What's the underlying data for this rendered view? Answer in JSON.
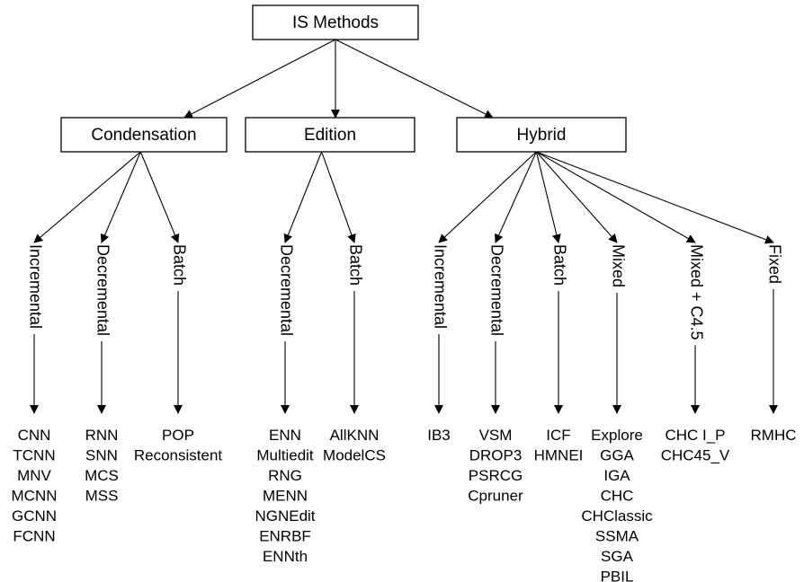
{
  "root": {
    "label": "IS Methods"
  },
  "categories": [
    {
      "label": "Condensation",
      "branches": [
        {
          "label": "Incremental",
          "methods": [
            "CNN",
            "TCNN",
            "MNV",
            "MCNN",
            "GCNN",
            "FCNN"
          ]
        },
        {
          "label": "Decremental",
          "methods": [
            "RNN",
            "SNN",
            "MCS",
            "MSS"
          ]
        },
        {
          "label": "Batch",
          "methods": [
            "POP",
            "Reconsistent"
          ]
        }
      ]
    },
    {
      "label": "Edition",
      "branches": [
        {
          "label": "Decremental",
          "methods": [
            "ENN",
            "Multiedit",
            "RNG",
            "MENN",
            "NGNEdit",
            "ENRBF",
            "ENNth"
          ]
        },
        {
          "label": "Batch",
          "methods": [
            "AllKNN",
            "ModelCS"
          ]
        }
      ]
    },
    {
      "label": "Hybrid",
      "branches": [
        {
          "label": "Incremental",
          "methods": [
            "IB3"
          ]
        },
        {
          "label": "Decremental",
          "methods": [
            "VSM",
            "DROP3",
            "PSRCG",
            "Cpruner"
          ]
        },
        {
          "label": "Batch",
          "methods": [
            "ICF",
            "HMNEI"
          ]
        },
        {
          "label": "Mixed",
          "methods": [
            "Explore",
            "GGA",
            "IGA",
            "CHC",
            "CHClassic",
            "SSMA",
            "SGA",
            "PBIL"
          ]
        },
        {
          "label": "Mixed + C4.5",
          "methods": [
            "CHC I_P",
            "CHC45_V"
          ]
        },
        {
          "label": "Fixed",
          "methods": [
            "RMHC"
          ]
        }
      ]
    }
  ]
}
